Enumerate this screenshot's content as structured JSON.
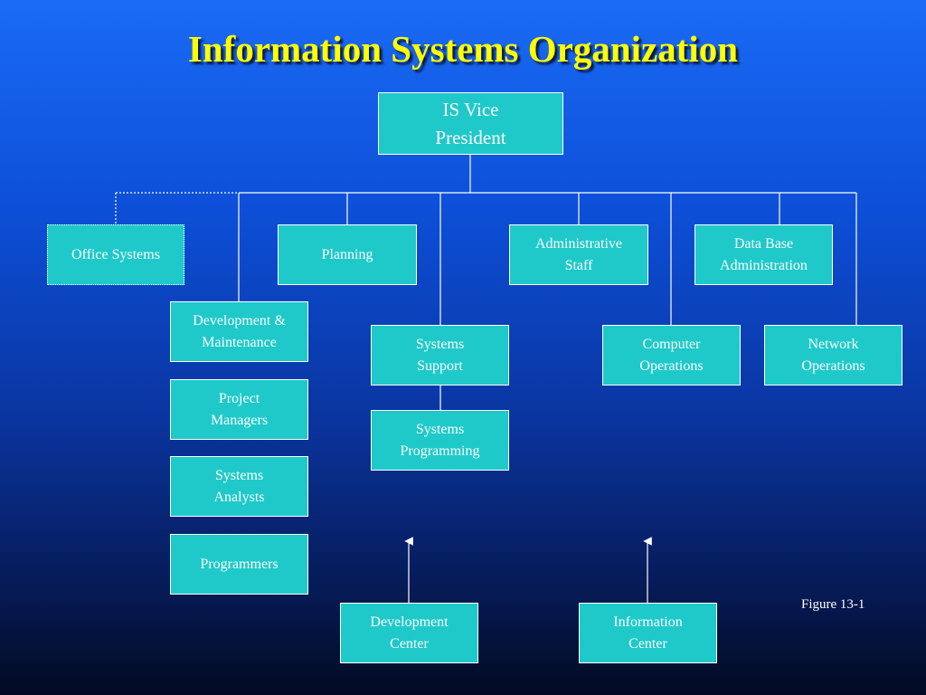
{
  "title": "Information Systems Organization",
  "figure_label": "Figure 13-1",
  "nodes": {
    "vp": "IS Vice\nPresident",
    "office_systems": "Office Systems",
    "planning": "Planning",
    "admin_staff": "Administrative\nStaff",
    "database_admin": "Data Base\nAdministration",
    "dev_maintenance": "Development &\nMaintenance",
    "project_managers": "Project\nManagers",
    "systems_analysts": "Systems\nAnalysts",
    "programmers": "Programmers",
    "systems_support": "Systems\nSupport",
    "systems_programming": "Systems\nProgramming",
    "computer_operations": "Computer\nOperations",
    "network_operations": "Network\nOperations",
    "development_center": "Development\nCenter",
    "information_center": "Information\nCenter"
  },
  "colors": {
    "box_fill": "#1fc9c9",
    "title": "#ffff00",
    "lines": "#ffffff"
  }
}
